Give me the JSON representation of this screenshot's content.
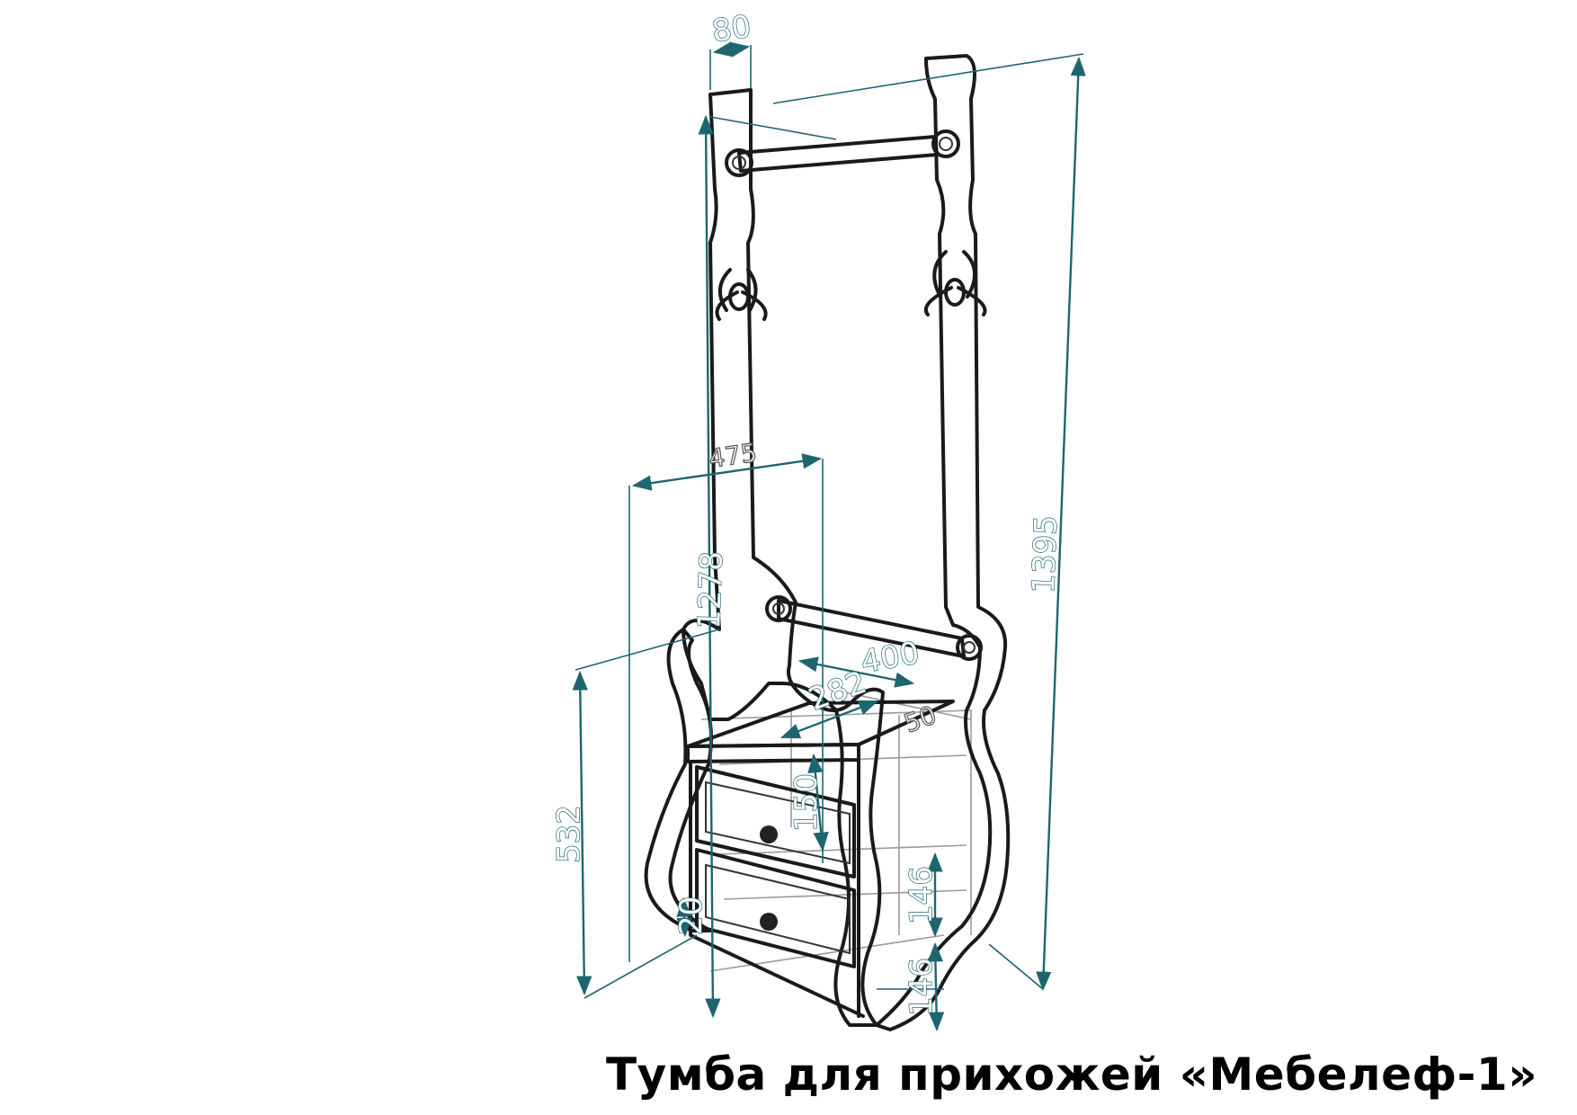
{
  "caption": "Тумба для прихожей «Мебелеф-1»",
  "dimensions": {
    "d80": "80",
    "d1395": "1395",
    "d1278": "1278",
    "d475": "475",
    "d400": "400",
    "d282": "282",
    "d50": "50",
    "d532": "532",
    "d150": "150",
    "d146a": "146",
    "d146b": "146",
    "d20": "20"
  },
  "colors": {
    "dimension": "#1d6670",
    "outline": "#1a1a1a",
    "hidden": "#9a9a9a"
  },
  "icons": [
    "coat-hook-icon",
    "drawer-knob-icon",
    "rail-bolt-icon"
  ]
}
